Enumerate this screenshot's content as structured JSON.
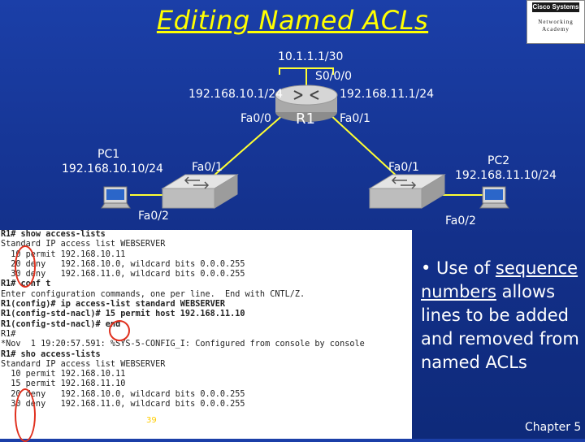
{
  "title": "Editing Named ACLs",
  "logo": {
    "brand": "Cisco Systems",
    "program": "Networking Academy"
  },
  "topology": {
    "serial_ip": "10.1.1.1/30",
    "serial_if": "S0/0/0",
    "router_name": "R1",
    "r1_left_ip": "192.168.10.1/24",
    "r1_right_ip": "192.168.11.1/24",
    "r1_fa00": "Fa0/0",
    "r1_fa01": "Fa0/1",
    "pc1_name": "PC1",
    "pc1_ip": "192.168.10.10/24",
    "pc2_name": "PC2",
    "pc2_ip": "192.168.11.10/24",
    "sw1_fa01": "Fa0/1",
    "sw1_fa02": "Fa0/2",
    "sw2_fa01": "Fa0/1",
    "sw2_fa02": "Fa0/2"
  },
  "terminal": {
    "lines": [
      {
        "text": "R1# show access-lists",
        "bold": true
      },
      {
        "text": "Standard IP access list WEBSERVER",
        "bold": false
      },
      {
        "text": "  10 permit 192.168.10.11",
        "bold": false
      },
      {
        "text": "  20 deny   192.168.10.0, wildcard bits 0.0.0.255",
        "bold": false
      },
      {
        "text": "  30 deny   192.168.11.0, wildcard bits 0.0.0.255",
        "bold": false
      },
      {
        "text": "R1# conf t",
        "bold": true
      },
      {
        "text": "Enter configuration commands, one per line.  End with CNTL/Z.",
        "bold": false
      },
      {
        "text": "R1(config)# ip access-list standard WEBSERVER",
        "bold": true
      },
      {
        "text": "R1(config-std-nacl)# 15 permit host 192.168.11.10",
        "bold": true
      },
      {
        "text": "R1(config-std-nacl)# end",
        "bold": true
      },
      {
        "text": "R1#",
        "bold": false
      },
      {
        "text": "*Nov  1 19:20:57.591: %SYS-5-CONFIG_I: Configured from console by console",
        "bold": false
      },
      {
        "text": "R1# sho access-lists",
        "bold": true
      },
      {
        "text": "Standard IP access list WEBSERVER",
        "bold": false
      },
      {
        "text": "  10 permit 192.168.10.11",
        "bold": false
      },
      {
        "text": "  15 permit 192.168.11.10",
        "bold": false
      },
      {
        "text": "  20 deny   192.168.10.0, wildcard bits 0.0.0.255",
        "bold": false
      },
      {
        "text": "  30 deny   192.168.11.0, wildcard bits 0.0.0.255",
        "bold": false
      }
    ],
    "page_number": "39"
  },
  "bullet": {
    "prefix": "• Use of ",
    "emphasis": "sequence numbers",
    "suffix": " allows lines to be added and removed from named ACLs"
  },
  "footer": {
    "chapter": "Chapter 5"
  },
  "colors": {
    "background": "#1b3fa8",
    "title": "#ffff00",
    "links": "#ffff33",
    "highlight_circles": "#e0301e"
  }
}
